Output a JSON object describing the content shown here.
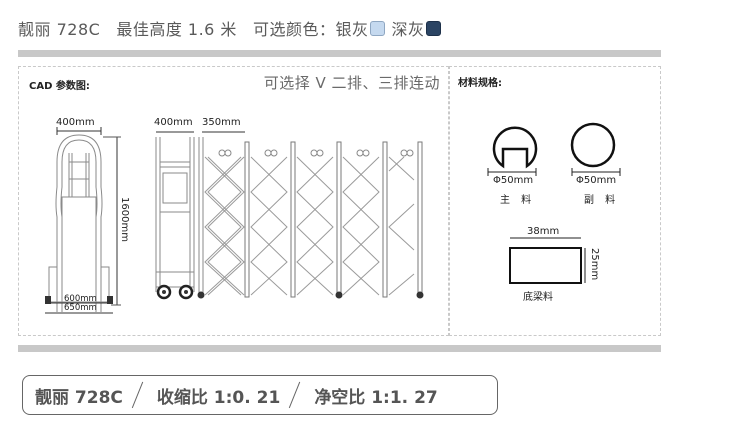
{
  "header": {
    "model": "靓丽 728C",
    "best_height": "最佳高度 1.6 米",
    "colors_label": "可选颜色：",
    "colors": [
      {
        "name": "银灰",
        "hex": "#c5d9ef"
      },
      {
        "name": "深灰",
        "hex": "#2b4463"
      }
    ]
  },
  "cad_panel": {
    "title": "CAD 参数图:",
    "option_note": "可选择 V 二排、三排连动",
    "side_view": {
      "width_top": "400mm",
      "height": "1600mm",
      "base_inner": "600mm",
      "base_outer": "650mm"
    },
    "front_view": {
      "head_width": "400mm",
      "section_width": "350mm"
    }
  },
  "materials_panel": {
    "title": "材料规格:",
    "main_material": {
      "diameter": "Φ50mm",
      "label": "主 料"
    },
    "secondary_material": {
      "diameter": "Φ50mm",
      "label": "副 料"
    },
    "base_beam": {
      "width": "38mm",
      "height": "25mm",
      "label": "底梁料"
    }
  },
  "specs": {
    "model": "靓丽 728C",
    "shrink_ratio": "收缩比 1:0. 21",
    "clear_ratio": "净空比 1:1. 27"
  }
}
